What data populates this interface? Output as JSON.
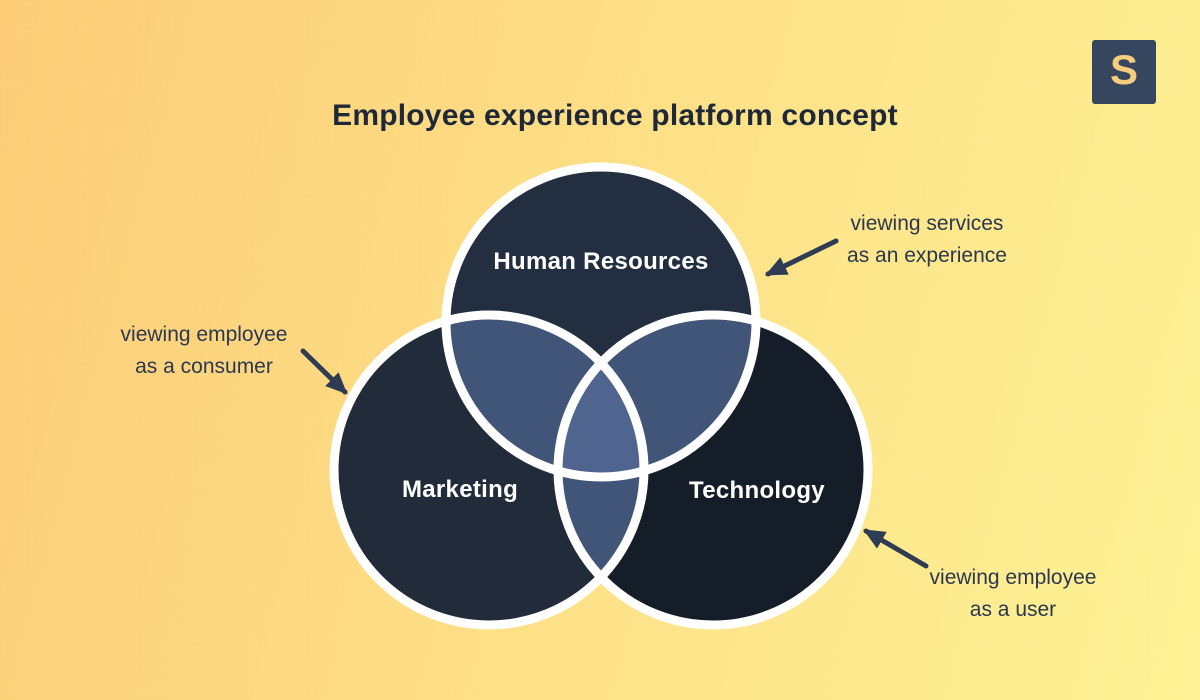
{
  "title": "Employee experience platform concept",
  "logo": {
    "letter": "S",
    "bg_color": "#37465f",
    "fg_color": "#f5cd7d"
  },
  "background": {
    "gradient_from": "#fccc77",
    "gradient_to": "#fdf295"
  },
  "venn": {
    "circles": [
      {
        "id": "human-resources",
        "label": "Human Resources",
        "color": "#232e40"
      },
      {
        "id": "marketing",
        "label": "Marketing",
        "color": "#212b3a"
      },
      {
        "id": "technology",
        "label": "Technology",
        "color": "#151d29"
      }
    ],
    "pair_overlap_color": "#415578",
    "center_overlap_color": "#4f6590",
    "stroke_color": "#ffffff"
  },
  "annotations": [
    {
      "id": "services-experience",
      "line1": "viewing services",
      "line2": "as an experience"
    },
    {
      "id": "employee-consumer",
      "line1": "viewing employee",
      "line2": "as a consumer"
    },
    {
      "id": "employee-user",
      "line1": "viewing employee",
      "line2": "as a user"
    }
  ],
  "arrow_color": "#2e3b52"
}
